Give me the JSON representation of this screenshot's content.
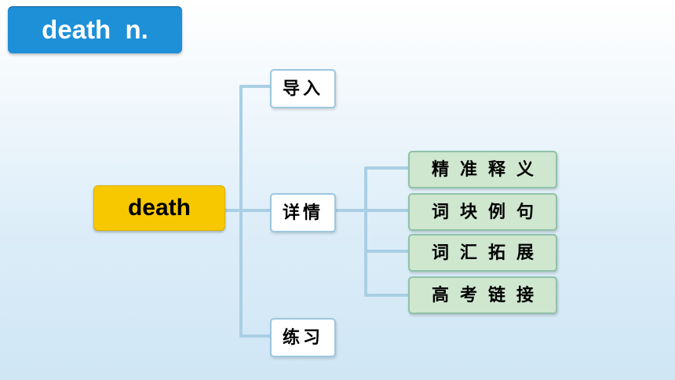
{
  "header": {
    "title": "death  n."
  },
  "diagram": {
    "root": "death",
    "branches": [
      {
        "label": "导入"
      },
      {
        "label": "详情"
      },
      {
        "label": "练习"
      }
    ],
    "details": [
      {
        "label": "精准释义"
      },
      {
        "label": "词块例句"
      },
      {
        "label": "词汇拓展"
      },
      {
        "label": "高考链接"
      }
    ]
  },
  "colors": {
    "title_badge": "#1e90d8",
    "root_node": "#f7c800",
    "detail_node": "#cfe6cf",
    "connector": "#9cc7de"
  }
}
